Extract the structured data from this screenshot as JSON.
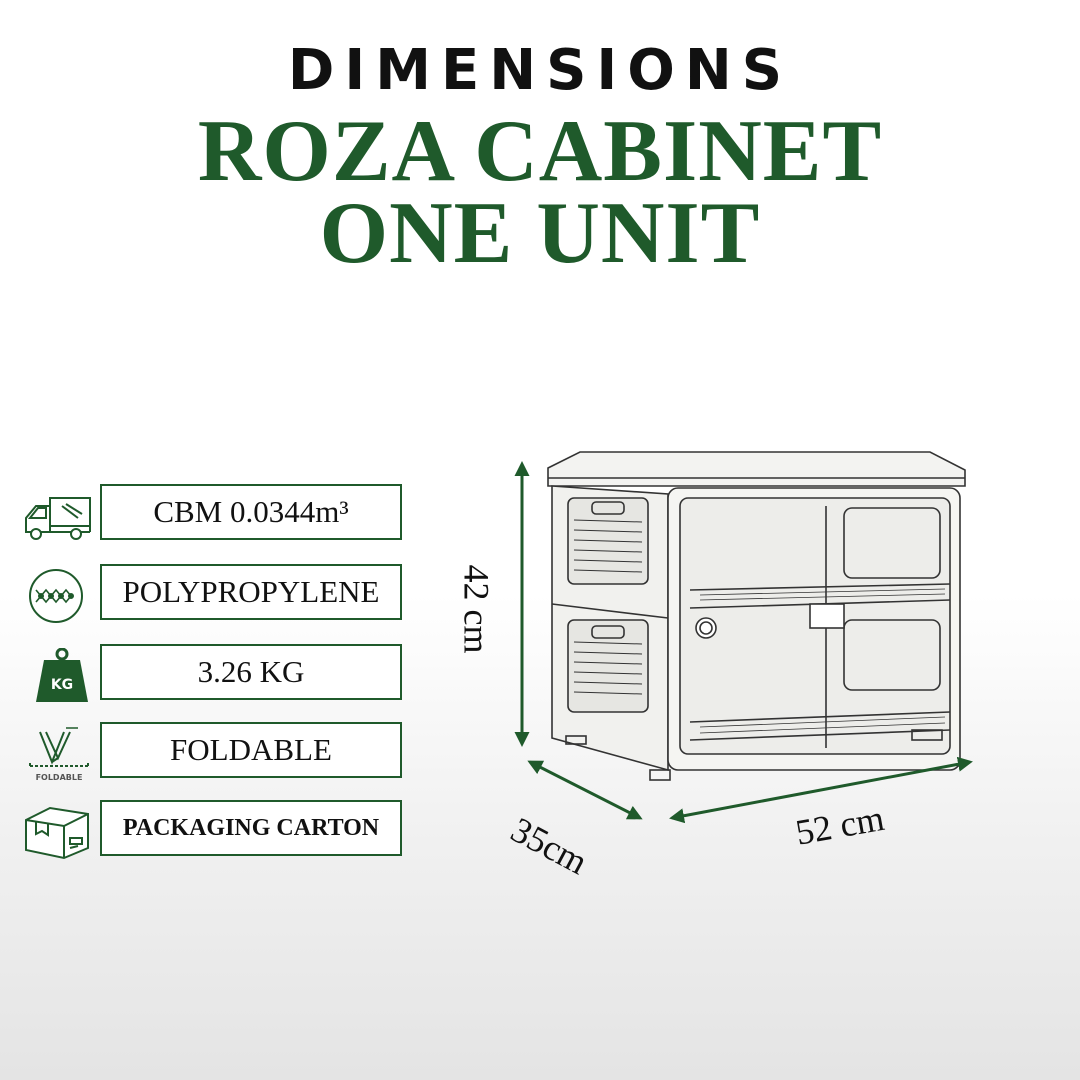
{
  "header": {
    "heading": "DIMENSIONS",
    "title_line1": "ROZA CABINET",
    "title_line2": "ONE UNIT"
  },
  "specs": [
    {
      "icon": "delivery-truck-icon",
      "label": "CBM 0.0344m³"
    },
    {
      "icon": "polymer-molecule-icon",
      "label": "POLYPROPYLENE"
    },
    {
      "icon": "weight-kg-icon",
      "icon_text": "KG",
      "label": "3.26 KG"
    },
    {
      "icon": "foldable-icon",
      "icon_text": "FOLDABLE",
      "label": "FOLDABLE"
    },
    {
      "icon": "packaging-box-icon",
      "label": "PACKAGING CARTON"
    }
  ],
  "dimensions": {
    "height": "42 cm",
    "depth": "35cm",
    "width": "52 cm"
  },
  "colors": {
    "accent": "#1f5a2b",
    "text": "#111111"
  }
}
